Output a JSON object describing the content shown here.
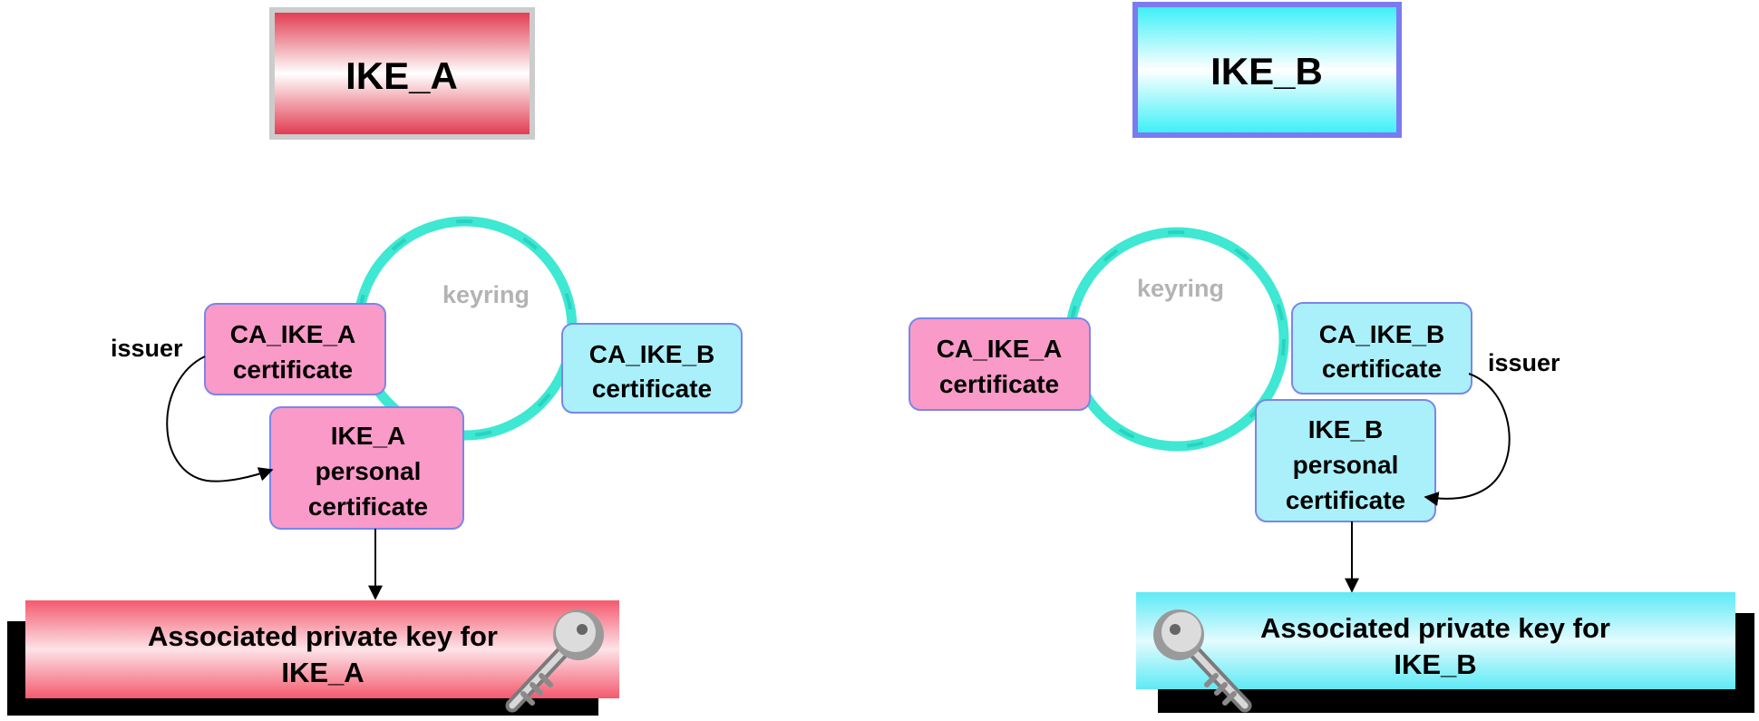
{
  "left": {
    "title": "IKE_A",
    "keyring_label": "keyring",
    "issuer_label": "issuer",
    "ca_a_cert": [
      "CA_IKE_A",
      "certificate"
    ],
    "ca_b_cert": [
      "CA_IKE_B",
      "certificate"
    ],
    "personal_cert": [
      "IKE_A",
      "personal",
      "certificate"
    ],
    "private_key": [
      "Associated private key for",
      "IKE_A"
    ]
  },
  "right": {
    "title": "IKE_B",
    "keyring_label": "keyring",
    "issuer_label": "issuer",
    "ca_a_cert": [
      "CA_IKE_A",
      "certificate"
    ],
    "ca_b_cert": [
      "CA_IKE_B",
      "certificate"
    ],
    "personal_cert": [
      "IKE_B",
      "personal",
      "certificate"
    ],
    "private_key": [
      "Associated private key for",
      "IKE_B"
    ]
  },
  "colors": {
    "pink": "#f99ac8",
    "cyan": "#aaf0fa",
    "box_border": "#7b86e8",
    "keyring": "#3ee8d2",
    "red_banner": "#e84a5f",
    "cyan_banner": "#35e6f2",
    "title_a_border": "#cccccc",
    "title_b_border": "#7b7bf0"
  },
  "icons": [
    "key-icon"
  ]
}
